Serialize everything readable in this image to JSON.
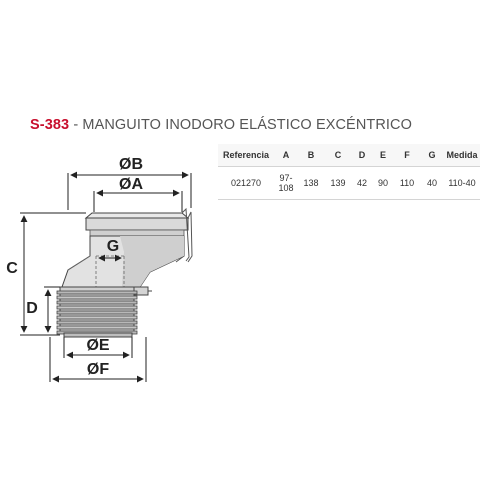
{
  "title": {
    "code": "S-383",
    "separator": " - ",
    "description": "MANGUITO INODORO ELÁSTICO EXCÉNTRICO"
  },
  "table": {
    "headers": [
      "Referencia",
      "A",
      "B",
      "C",
      "D",
      "E",
      "F",
      "G",
      "Medida"
    ],
    "row": [
      "021270",
      "97-108",
      "138",
      "139",
      "42",
      "90",
      "110",
      "40",
      "110-40"
    ]
  },
  "labels": {
    "B": "ØB",
    "A": "ØA",
    "G": "G",
    "C": "C",
    "D": "D",
    "E": "ØE",
    "F": "ØF"
  },
  "colors": {
    "brand": "#c8102e",
    "outline": "#444444",
    "fill": "#e4e4e4",
    "fill_dark": "#bdbdbd"
  }
}
